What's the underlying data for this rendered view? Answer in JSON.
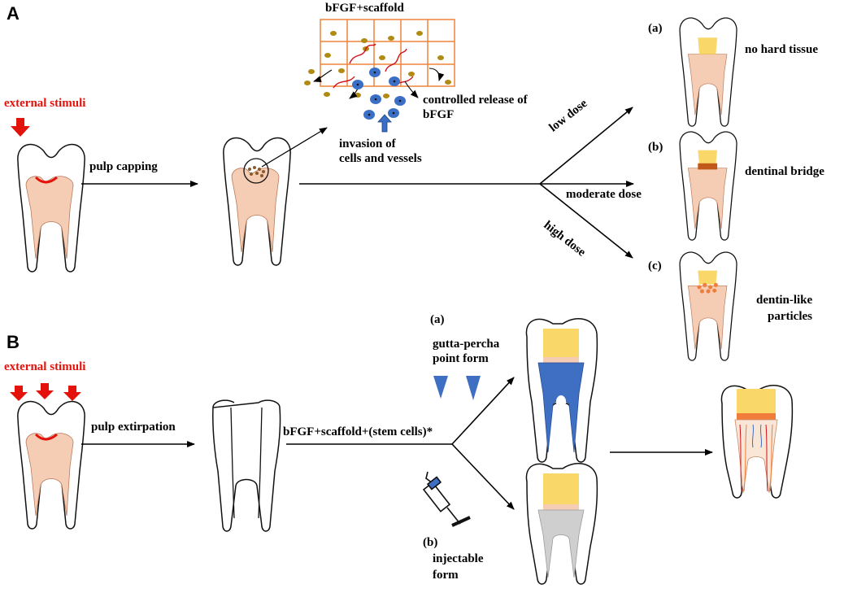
{
  "panels": {
    "a": "A",
    "b": "B"
  },
  "panel_a": {
    "stimulus": "external stimuli",
    "step1": "pulp capping",
    "scaffold_title": "bFGF+scaffold",
    "release_line1": "controlled release of",
    "release_line2": "bFGF",
    "invasion_line1": "invasion of",
    "invasion_line2": "cells and vessels",
    "low_dose": "low dose",
    "moderate_dose": "moderate dose",
    "high_dose": "high dose",
    "outcome_a_tag": "(a)",
    "outcome_a": "no hard tissue",
    "outcome_b_tag": "(b)",
    "outcome_b": "dentinal bridge",
    "outcome_c_tag": "(c)",
    "outcome_c_line1": "dentin-like",
    "outcome_c_line2": "particles"
  },
  "panel_b": {
    "stimulus": "external stimuli",
    "step1": "pulp extirpation",
    "mixture": "bFGF+scaffold+(stem cells)*",
    "form_a_tag": "(a)",
    "form_a_line1": "gutta-percha",
    "form_a_line2": "point form",
    "form_b_tag": "(b)",
    "form_b_line1": "injectable",
    "form_b_line2": "form"
  },
  "colors": {
    "pulp": "#f5cdb4",
    "enamel_cap": "#fad769",
    "bridge": "#c0581a",
    "particles": "#f07d3c",
    "stimulus_red": "#e3120b",
    "gutta_percha": "#3f6fc2",
    "injectable_gray": "#cfcfcf",
    "scaffold_grid": "#f0833a",
    "bFGF_dot": "#b08a12",
    "cell_blue": "#3b6fc6"
  }
}
